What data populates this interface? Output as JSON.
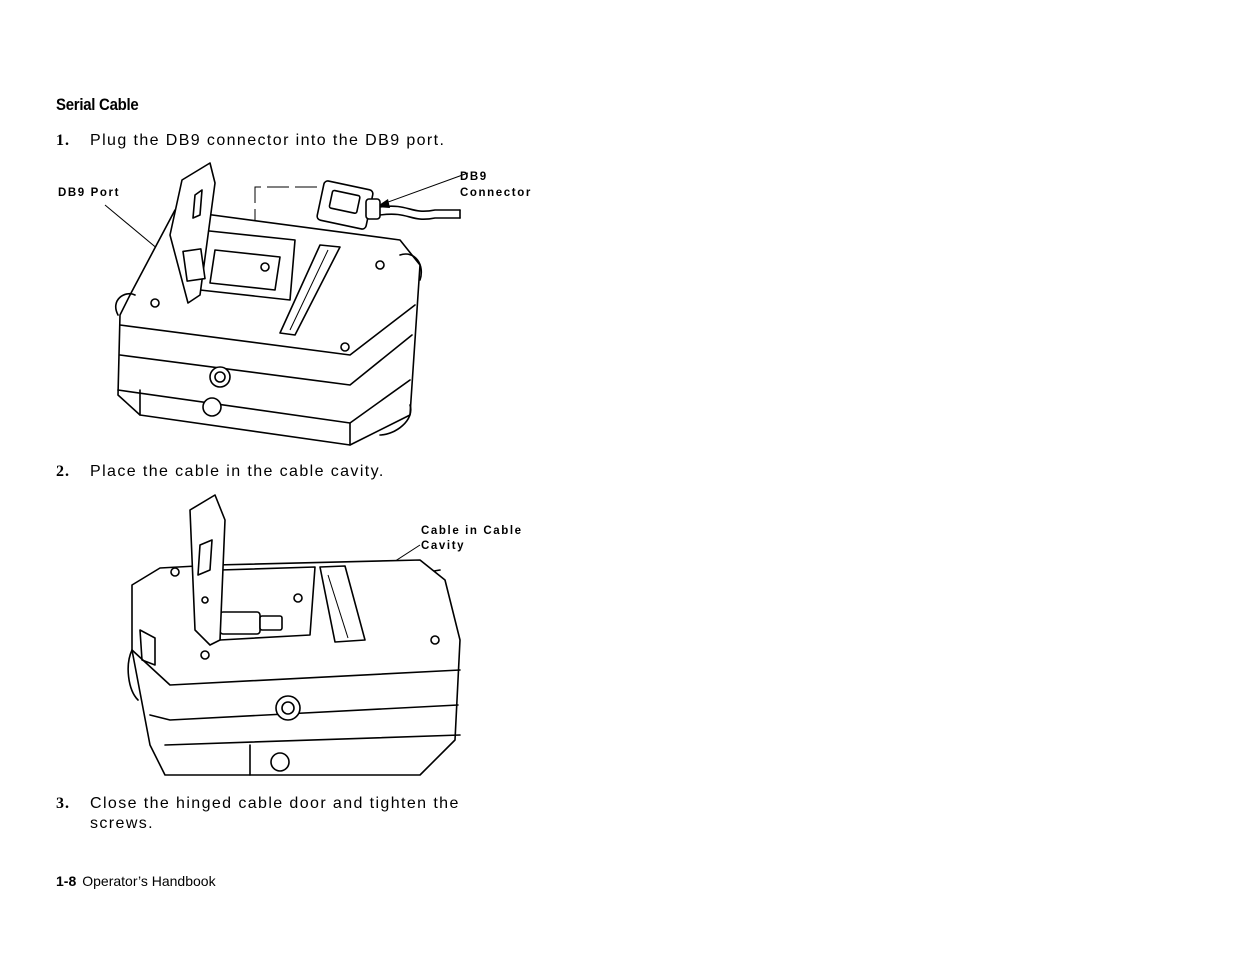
{
  "section_title": "Serial Cable",
  "steps": [
    {
      "number": "1.",
      "text": "Plug the DB9 connector into the DB9 port."
    },
    {
      "number": "2.",
      "text": "Place the cable in the cable cavity."
    },
    {
      "number": "3.",
      "text": "Close the hinged cable door and tighten the screws."
    }
  ],
  "figure1": {
    "callout_port": "DB9 Port",
    "callout_connector_line1": "DB9",
    "callout_connector_line2": "Connector"
  },
  "figure2": {
    "callout_cable_line1": "Cable in Cable",
    "callout_cable_line2": "Cavity"
  },
  "footer": {
    "page_number": "1-8",
    "book_title": "Operator’s Handbook"
  }
}
